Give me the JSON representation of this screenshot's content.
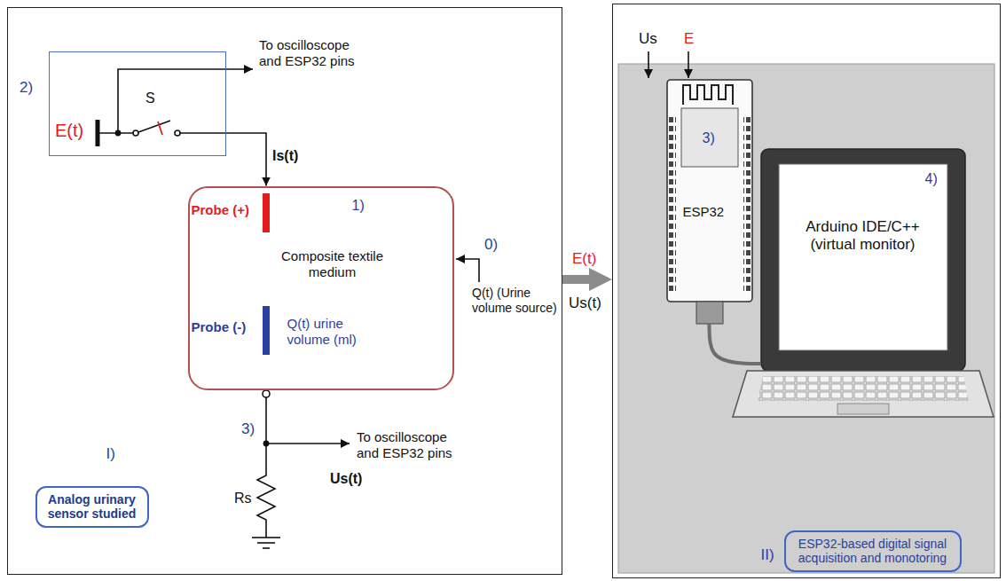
{
  "diagram": {
    "nodes": [
      {
        "text": [
          "I)"
        ]
      },
      {
        "text": [
          "2)",
          "E(t)",
          "S"
        ],
        "in": 0
      },
      {
        "text": [
          "Probe (+)",
          "1)",
          "Composite textile medium",
          "Probe (-)",
          "Q(t) urine volume (ml)"
        ],
        "in": 0
      },
      {
        "text": [
          "Analog urinary sensor studied"
        ],
        "in": 0
      },
      {
        "text": [
          "II)"
        ]
      },
      {
        "text": [
          "3)",
          "ESP32"
        ],
        "in": 4
      },
      {
        "text": [
          "Arduino IDE/C++ (virtual monitor)",
          "4)"
        ],
        "in": 4
      },
      {
        "text": [
          "ESP32-based digital signal acquisition and monotoring"
        ],
        "in": 4
      }
    ],
    "edges": [
      {
        "from": 1,
        "to": 2,
        "arrow": "to",
        "label": "Is(t)"
      },
      {
        "from": 0,
        "to": 4,
        "arrow": "to"
      },
      {
        "from": 5,
        "to": 6,
        "arrow": "none"
      }
    ],
    "labels": [
      "To oscilloscope and ESP32 pins",
      "0)",
      "Q(t) (Urine volume source)",
      "3)",
      "To oscilloscope and ESP32 pins",
      "Us(t)",
      "Rs",
      "E(t)",
      "Us(t)",
      "Us",
      "E"
    ]
  }
}
